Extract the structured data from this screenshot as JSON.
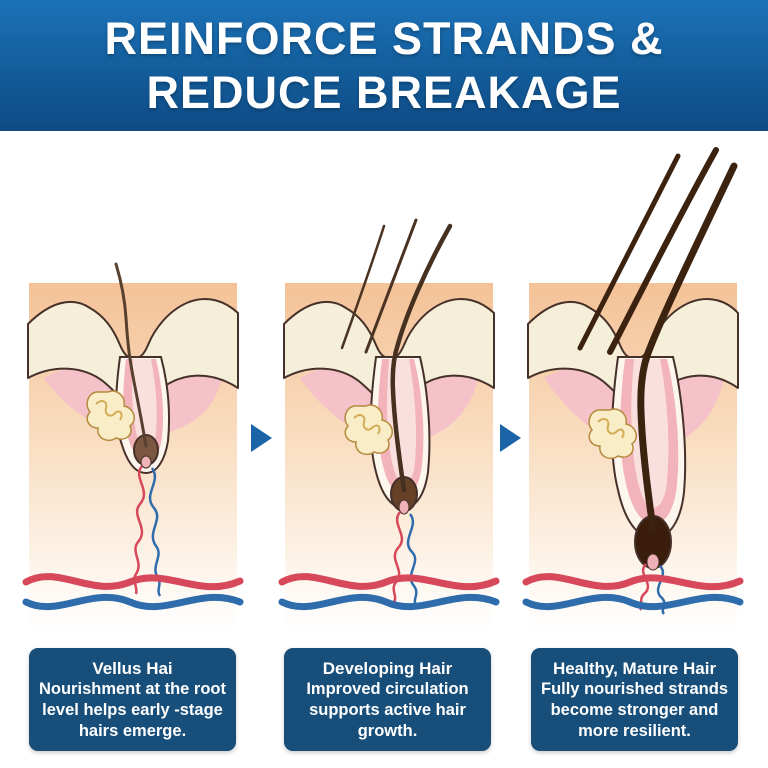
{
  "header": {
    "title_line1": "REINFORCE STRANDS &",
    "title_line2": "REDUCE BREAKAGE"
  },
  "panels": [
    {
      "stage": "vellus",
      "title": "Vellus Hai",
      "body": "Nourishment at the root level helps early -stage hairs emerge."
    },
    {
      "stage": "developing",
      "title": "Developing Hair",
      "body": "Improved circulation supports active hair growth."
    },
    {
      "stage": "mature",
      "title": "Healthy, Mature Hair",
      "body": "Fully nourished strands become stronger and more resilient."
    }
  ],
  "icons": {
    "between_panels": "arrow-right-icon"
  },
  "colors": {
    "header_blue": "#135a9c",
    "caption_blue": "#174e7a",
    "arrow_blue": "#1c64a8",
    "vessel_red": "#d6485a",
    "vessel_blue": "#2f6cac",
    "skin_peach": "#f5c59b",
    "epidermis_cream": "#f5eed8",
    "dermis_pink": "#f4c2c8",
    "hair_brown_light": "#58402f",
    "hair_brown_dark": "#3c2310"
  }
}
